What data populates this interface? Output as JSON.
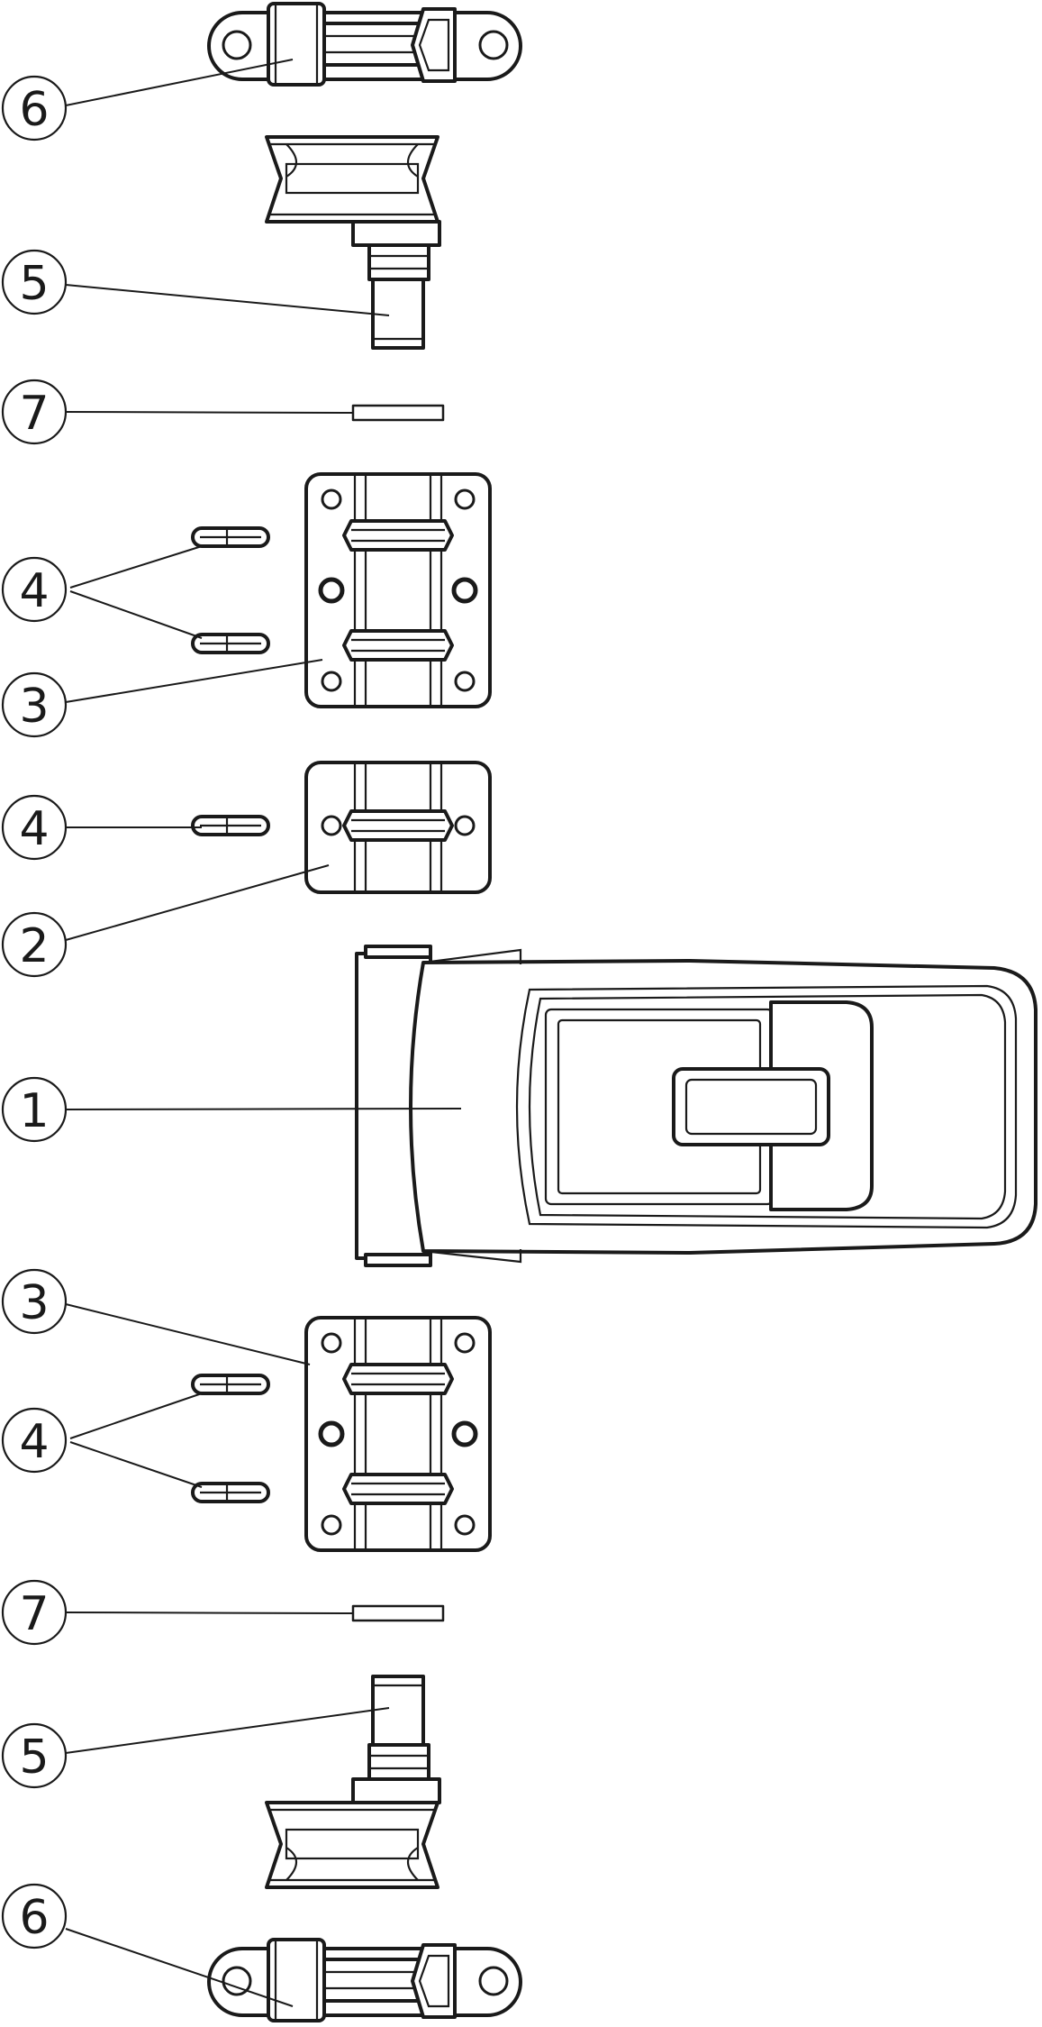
{
  "colors": {
    "line": "#1a1a1a",
    "background": "#ffffff"
  },
  "callouts": [
    {
      "id": "c6-top",
      "label": "6"
    },
    {
      "id": "c5-top",
      "label": "5"
    },
    {
      "id": "c7-top",
      "label": "7"
    },
    {
      "id": "c4-a",
      "label": "4"
    },
    {
      "id": "c3-top",
      "label": "3"
    },
    {
      "id": "c4-b",
      "label": "4"
    },
    {
      "id": "c2",
      "label": "2"
    },
    {
      "id": "c1",
      "label": "1"
    },
    {
      "id": "c3-bottom",
      "label": "3"
    },
    {
      "id": "c4-c",
      "label": "4"
    },
    {
      "id": "c7-bottom",
      "label": "7"
    },
    {
      "id": "c5-bottom",
      "label": "5"
    },
    {
      "id": "c6-bottom",
      "label": "6"
    }
  ]
}
